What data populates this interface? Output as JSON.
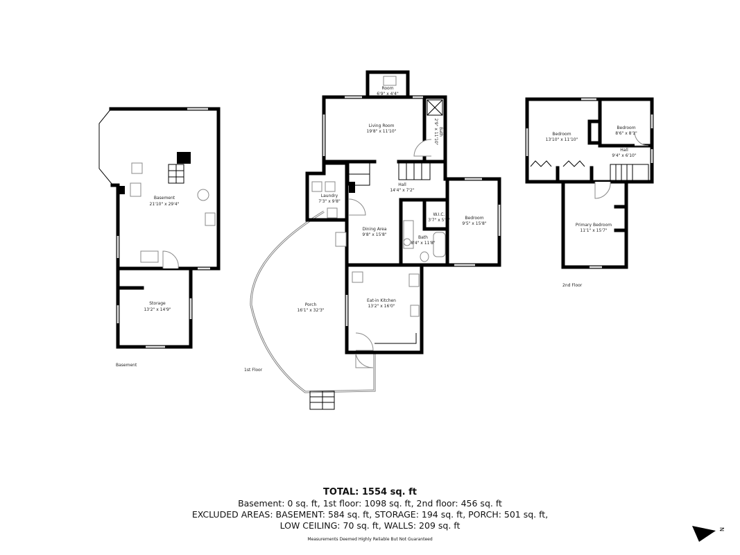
{
  "floors": {
    "basement": {
      "label": "Basement",
      "rooms": [
        {
          "name": "Basement",
          "dims": "21'10\" x 29'4\""
        },
        {
          "name": "Storage",
          "dims": "13'2\" x 14'9\""
        }
      ]
    },
    "first": {
      "label": "1st Floor",
      "rooms": [
        {
          "name": "Room",
          "dims": "6'9\" x 4'4\""
        },
        {
          "name": "Living Room",
          "dims": "19'8\" x 11'10\""
        },
        {
          "name": "Bath",
          "dims": "2'9\" x 11'10\""
        },
        {
          "name": "Hall",
          "dims": "14'4\" x 7'2\""
        },
        {
          "name": "Laundry",
          "dims": "7'3\" x 9'8\""
        },
        {
          "name": "Dining Area",
          "dims": "9'8\" x 15'8\""
        },
        {
          "name": "W.I.C.",
          "dims": "3'7\" x 5'1\""
        },
        {
          "name": "Bath",
          "dims": "8'4\" x 11'8\""
        },
        {
          "name": "Bedroom",
          "dims": "9'5\" x 15'8\""
        },
        {
          "name": "Porch",
          "dims": "16'1\" x 32'3\""
        },
        {
          "name": "Eat-in Kitchen",
          "dims": "13'2\" x 16'0\""
        }
      ]
    },
    "second": {
      "label": "2nd Floor",
      "rooms": [
        {
          "name": "Bedroom",
          "dims": "13'10\" x 11'10\""
        },
        {
          "name": "Bedroom",
          "dims": "8'6\" x 8'1\""
        },
        {
          "name": "Hall",
          "dims": "9'4\" x 6'10\""
        },
        {
          "name": "Primary Bedroom",
          "dims": "11'1\" x 15'7\""
        }
      ]
    }
  },
  "summary": {
    "total": "TOTAL: 1554 sq. ft",
    "line1": "Basement: 0 sq. ft, 1st floor: 1098 sq. ft, 2nd floor: 456 sq. ft",
    "line2": "EXCLUDED AREAS: BASEMENT: 584 sq. ft, STORAGE: 194 sq. ft, PORCH: 501 sq. ft,",
    "line3": "LOW CEILING: 70 sq. ft, WALLS: 209 sq. ft",
    "disclaimer": "Measurements Deemed Highly Reliable But Not Guaranteed"
  },
  "compass": {
    "icon": "north-arrow-icon",
    "letter": "N"
  }
}
